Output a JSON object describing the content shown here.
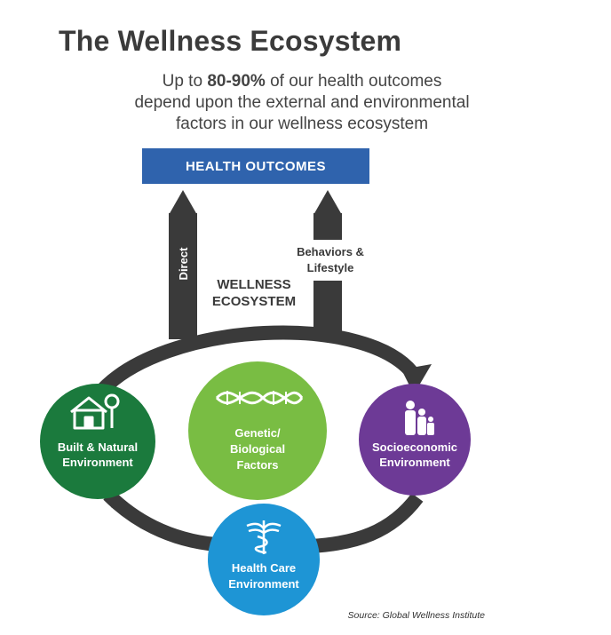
{
  "title": "The Wellness Ecosystem",
  "subtitle": {
    "line1_pre": "Up to ",
    "line1_highlight": "80-90%",
    "line1_post": " of our health outcomes",
    "line2": "depend upon the external and environmental",
    "line3": "factors in our wellness ecosystem"
  },
  "outcomes_label": "HEALTH OUTCOMES",
  "pathways": {
    "direct": "Direct",
    "behaviors_line1": "Behaviors &",
    "behaviors_line2": "Lifestyle"
  },
  "ecosystem": {
    "line1": "WELLNESS",
    "line2": "ECOSYSTEM"
  },
  "nodes": {
    "built": {
      "line1": "Built & Natural",
      "line2": "Environment",
      "color": "#1b7a3d"
    },
    "genetic": {
      "line1": "Genetic/",
      "line2": "Biological",
      "line3": "Factors",
      "color": "#79bd43"
    },
    "socio": {
      "line1": "Socioeconomic",
      "line2": "Environment",
      "color": "#6d3a96"
    },
    "healthcare": {
      "line1": "Health Care",
      "line2": "Environment",
      "color": "#1e95d5"
    }
  },
  "colors": {
    "arrow": "#3a3a3a",
    "outcomes_bar": "#2f63ad",
    "title": "#3b3b3b"
  },
  "source": "Source: Global Wellness Institute"
}
